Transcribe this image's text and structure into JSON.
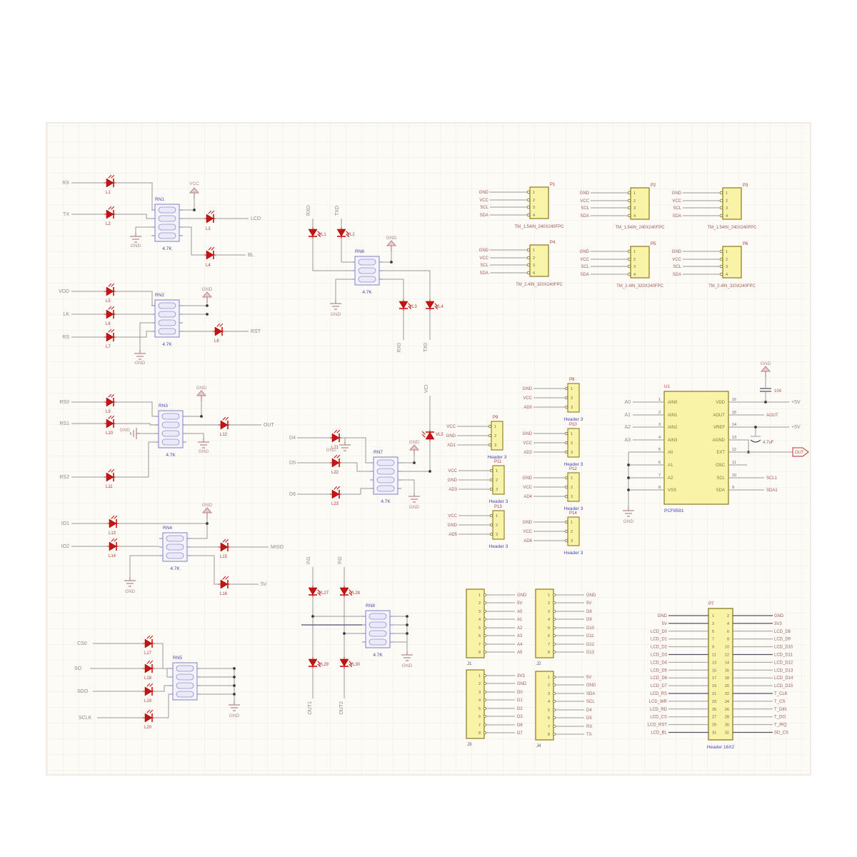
{
  "common": {
    "gnd": "GND",
    "vcc": "VCC",
    "rn_value": "4.7K"
  },
  "blocks": {
    "a": {
      "in1": "RX",
      "in2": "TX",
      "led1": "L1",
      "led2": "L2",
      "led3": "L3",
      "led4": "L4",
      "rn": "RN1",
      "out1": "LCD",
      "out2": "BL",
      "pwr": "VCC"
    },
    "b": {
      "in1": "VDD",
      "in2": "LK",
      "in3": "RS",
      "led1": "L5",
      "led2": "L6",
      "led3": "L7",
      "led4": "L8",
      "rn": "RN2",
      "out1": "RST",
      "pwr": "GND"
    },
    "c": {
      "in1": "RS0",
      "in2": "RS1",
      "in3": "RS2",
      "led1": "L9",
      "led2": "L10",
      "led3": "L11",
      "led4": "L12",
      "rn": "RN3",
      "out1": "OUT",
      "pwr": "GND"
    },
    "d": {
      "in1": "IO1",
      "in2": "IO2",
      "led1": "L13",
      "led2": "L14",
      "led3": "L15",
      "led4": "L16",
      "rn": "RN4",
      "out1": "MISO",
      "out2": "5V",
      "pwr": "GND"
    },
    "e": {
      "in1": "CS0",
      "in2": "SO",
      "in3": "SDO",
      "in4": "SCLK",
      "led1": "L17",
      "led2": "L18",
      "led3": "L19",
      "led4": "L20",
      "rn": "RN5"
    },
    "f": {
      "top1": "RXD",
      "top2": "TXD",
      "led1": "VL1",
      "led2": "VL2",
      "led3": "VL3",
      "led4": "VL4",
      "rn": "RN6",
      "bot1": "RX0",
      "bot2": "TX0",
      "pwr": "GND"
    },
    "g": {
      "in1": "D4",
      "in2": "D5",
      "in3": "D6",
      "led1": "L21",
      "led2": "L22",
      "led3": "L23",
      "zener": "VL5",
      "rn": "RN7",
      "top": "VCI",
      "pwr": "GND"
    },
    "h": {
      "top1": "IN1",
      "top2": "IN2",
      "led1": "VL27",
      "led2": "VL28",
      "led3": "VL29",
      "led4": "VL30",
      "rn": "RN8",
      "bot1": "OUT1",
      "bot2": "OUT2"
    }
  },
  "top_connectors": {
    "items": [
      {
        "designator": "P1",
        "caption": "TM_1.54IN_240X240FPC",
        "labels": [
          "GND",
          "VCC",
          "SCL",
          "SDA"
        ]
      },
      {
        "designator": "P2",
        "caption": "TM_1.54IN_240X240FPC",
        "labels": [
          "GND",
          "VCC",
          "SCL",
          "SDA"
        ]
      },
      {
        "designator": "P3",
        "caption": "TM_1.54IN_240X240FPC",
        "labels": [
          "GND",
          "VCC",
          "SCL",
          "SDA"
        ]
      },
      {
        "designator": "P4",
        "caption": "TM_2.4IN_320X240FPC",
        "labels": [
          "GND",
          "VCC",
          "SCL",
          "SDA"
        ]
      },
      {
        "designator": "P5",
        "caption": "TM_2.4IN_320X240FPC",
        "labels": [
          "GND",
          "VCC",
          "SCL",
          "SDA"
        ]
      },
      {
        "designator": "P6",
        "caption": "TM_2.4IN_320X240FPC",
        "labels": [
          "GND",
          "VCC",
          "SCL",
          "SDA"
        ]
      }
    ]
  },
  "mid_headers": {
    "caption": "Header 3",
    "items": [
      {
        "designator": "P8",
        "labels": [
          "GND",
          "VCC",
          "AD0"
        ]
      },
      {
        "designator": "P9",
        "labels": [
          "VCC",
          "GND",
          "AD1"
        ]
      },
      {
        "designator": "P10",
        "labels": [
          "GND",
          "VCC",
          "AD2"
        ]
      },
      {
        "designator": "P11",
        "labels": [
          "VCC",
          "GND",
          "AD3"
        ]
      },
      {
        "designator": "P12",
        "labels": [
          "GND",
          "VCC",
          "AD4"
        ]
      },
      {
        "designator": "P13",
        "labels": [
          "VCC",
          "GND",
          "AD5"
        ]
      },
      {
        "designator": "P14",
        "labels": [
          "GND",
          "VCC",
          "AD6"
        ]
      }
    ]
  },
  "ic": {
    "designator": "U1",
    "part": "PCF8591",
    "left_pins": [
      "AIN0",
      "AIN1",
      "AIN2",
      "AIN3",
      "A0",
      "A1",
      "A2",
      "VSS"
    ],
    "right_pins": [
      "VDD",
      "AOUT",
      "VREF",
      "AGND",
      "EXT",
      "OSC",
      "SCL",
      "SDA"
    ],
    "left_nets": [
      "A0",
      "A1",
      "A2",
      "A3"
    ],
    "right": {
      "vdd_net": "+5V",
      "aout_net": "AOUT",
      "vref_net": "+5V",
      "out_port": "OUT",
      "scl_net": "SCL1",
      "sda_net": "SDA1",
      "cap1": "104",
      "cap2": "4.7uF",
      "gnd": "GND"
    }
  },
  "bottom_headers": {
    "items": [
      {
        "designator": "J1",
        "labels": [
          "GND",
          "5V",
          "A0",
          "A1",
          "A2",
          "A3",
          "A4",
          "A5"
        ]
      },
      {
        "designator": "J2",
        "labels": [
          "GND",
          "5V",
          "D8",
          "D9",
          "D10",
          "D11",
          "D12",
          "D13"
        ]
      },
      {
        "designator": "J3",
        "labels": [
          "3V3",
          "GND",
          "D0",
          "D1",
          "D2",
          "D3",
          "D6",
          "D7"
        ]
      },
      {
        "designator": "J4",
        "labels": [
          "5V",
          "GND",
          "SDA",
          "SCL",
          "D4",
          "D5",
          "RX",
          "TX"
        ]
      }
    ]
  },
  "big_connector": {
    "designator": "P7",
    "caption": "Header 16X2",
    "left": [
      "GND",
      "5V",
      "LCD_D0",
      "LCD_D1",
      "LCD_D2",
      "LCD_D3",
      "LCD_D4",
      "LCD_D5",
      "LCD_D6",
      "LCD_D7",
      "LCD_RS",
      "LCD_WR",
      "LCD_RD",
      "LCD_CS",
      "LCD_RST",
      "LCD_BL"
    ],
    "right": [
      "GND",
      "3V3",
      "LCD_D8",
      "LCD_D9",
      "LCD_D10",
      "LCD_D11",
      "LCD_D12",
      "LCD_D13",
      "LCD_D14",
      "LCD_D15",
      "T_CLK",
      "T_CS",
      "T_DIN",
      "T_DO",
      "T_IRQ",
      "SD_CS"
    ]
  }
}
